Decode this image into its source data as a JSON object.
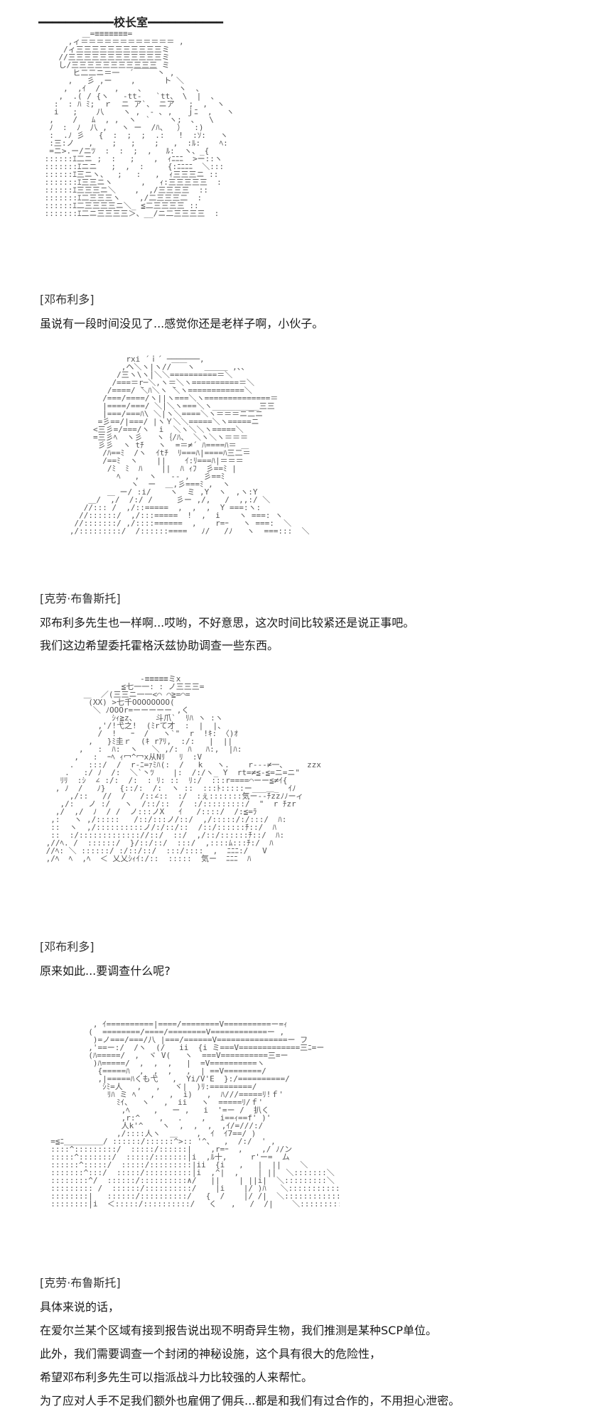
{
  "header": {
    "title": "━━━━━━━━━━━校长室━━━━━━━━━━━"
  },
  "blocks": [
    {
      "art_lines": [
        "         ＿=≡≡≡≡≡≡≡=",
        "      ,ィ＝＝＝＝＝＝＝＝＝＝＝＝ ,",
        "     /ィ三三三三三三三三三三三ミ",
        "    //三三三三三三三三三三三三ミ",
        "    し/三三三三三三三三三三三 ミ",
        "       ヒ二二ニ＝一  ´￣￣￣丶 ,",
        "      ,   彡 ,ー    ,      ト ＼",
        "     ,  ,ｲ  /   ,    、       ヽ  、",
        "    ,  .( / {ヽ   -tt-   `tt、 \\  |  、",
        "   :  : ﾊ ﾐ;  ｒ  ニ ア`、 ニア   ;  ,  ヽ",
        "   i   ;    八    ヽ ,  - ､ ,   ｊﾆ  ,   ヽ",
        "  ,    /   ﾑ  , ,  ヽ  `    ヽ;  ､   \\",
        "  ﾉ  :  ﾉ  八 ,   ヽ ー  /ﾊ、  ）  :)",
        "  :  .ﾉ 彡   {  :  ;  ;  .:   !  :ｿ:   ヽ",
        "  :三:ノ   ,    ;   ;    ;   ,  :ﾙ:    ﾍ:",
        "  =ニ>.ー/ニﾂ  :  :  ;  ,   ﾙ:  ヽ、_{",
        " ::::::ｴ二ニ ;  :   ;    ,  ｨﾆﾆﾆ  >ー::ヽ",
        " :::::::ｴニニ   ;  ,  :     {:ﾆﾆﾆﾆ  ＼:::",
        " ::::::ｴ三ニヽ、  ;   :   ,  ｨ三三三ニ ::",
        " :::::::ｴ三三ニヽ      ,   ｨ:三三三三三  :",
        " ::::::ｴ三三三ニ＼    ,  ,/三三三三  ::",
        " :::::::ｴ二三三三ヽ    ,/二三三三二  :",
        " ::::::ｴ二三三三三ニ＼_ ≦二三三三三 ::",
        " :::::::ｴ二ニ三三三三＞、__/ニ二三三三三  :"
      ],
      "speaker": "[邓布利多]",
      "lines": [
        "虽说有一段时间没见了...感觉你还是老样子啊，小伙子。"
      ]
    },
    {
      "art_lines": [
        "               rxi ´ｉ´ ───────,",
        "              ,ヘ＼ヽ|ヽ//￣￣ヽ  ＿＿＿ ,、、",
        "             /三ヽ\\ヽ|＼＼==========＝＼",
        "            /===＝r─＼,ヽ＝＼ヽ==========＝＼",
        "           /====/ ̄＼ﾊ＼ヽ ̄＼ヽ============＼",
        "          /===/====/ヽ||ヽ===＼ヽ==============＝",
        "          |====/===/ ＼|＼ヽ===＼ヽ__________三三",
        "          |===/===ﾊ\\ ＼|ヽ＼====＼ヽ＝＝＝ニ二ニ",
        "         =彡==/|===/ |ヽＹ＼＼=====＼ヽ=====ニ",
        "        <三彡=/===/ヽ  i  ＼ヽ＼＼ヽ=====＼",
        "        =三彡ﾍ  ヽ彡   ヽ｛/ﾊ、 ＼ヽ＼ヽ＝＝＝",
        "         彡彡  ヽ tﾁ   ヽ  =＝≠´ ﾊ====ﾊ＝ ＿",
        "          /ﾊ==ﾐ  /ヽ  ｲtﾁ  ﾘ===ﾊ|====ﾊ三二＝ ",
        "          /==ﾐ  ヽ    ||    ｲ:ﾘ===ﾊ|＝＝＝",
        "           /ﾐ  ﾐ  ﾊ    ||  ﾊ ｨﾌ  彡==ﾐ |",
        "             ﾍ   ,  ヽ   -- ,   彡==ﾐ",
        "                ヽ  ー  ＿,彡===ﾐ ,  ヽ",
        "           ＿ ー/ :i/    ヽ  ミ ,Y  ヽ  ,ヽ:Y",
        "       ＿/  ,/  /:/ /     彡ー ,/,   /  ,,:/ ＼",
        "      //::: /  ,/::=====  ,  ,  ,  Y ===:ヽ:",
        "     //::::::/  ,/:::=====  !  ,  i    ヽ ===: ヽ",
        "    //:::::::/ ,/::::======  ,    r=ｰ   ヽ ===:  ＼",
        "   ,/:::::::::/  /::::::====   ﾉ/   /ﾉ   ヽ  ===:::  ＼"
      ],
      "speaker": "[克劳·布鲁斯托]",
      "lines": [
        "邓布利多先生也一样啊...哎哟，不好意思，这次时间比较紧还是说正事吧。",
        "我们这边希望委托霍格沃兹协助调查一些东西。"
      ]
    },
    {
      "art_lines": [
        "                     -≡≡≡≡≡ミx",
        "                 ≦七一一: : ノ三三三=",
        "         ＿  ／(三三ニ一一<⌒ ⌒≧=⌒=",
        "          (XX) >七千OOOOOOOO(",
        "           ＼ ﾉOOOr=ーーーーー ,く",
        "               ｼｨ≧z、    斗爪`  ﾘﾊ ヽ :ヽ",
        "            ,'/!弋之!  (ﾐrて才  :  |  |、",
        "            /  !   ｰ  /   ヽ`\"  r  !ｷ: 〈)ｵ",
        "          ,   }ﾐ圭ｒ  (ｷ rｱﾘ,  :/:   |  ||",
        "        ,   :  ﾊ:  ヽ   ＼ ,/:  ﾊ   ﾊ:,  |ﾊ:",
        "       ,   :  ｰﾍ ｨ冖^冖x从Nﾘ   ﾘ  :V",
        "      .   :::/  /  r-ﾆ=ｧﾐﾊ(:  /   k   ヽ.    r---≠一､     zzx",
        "     .   :/ ﾉ  /:  ＼`丶ﾂ    |:  /:/ヽ_ Y  rt=≠≦-≦=ニ=ニ\"",
        "    ﾘﾘ  :ｼ  ∠ :/:  /:  : ﾘ: ::  ﾘ:/  :::r====⌒ーー≦≠ｲ{",
        "   , ﾉ  /   ﾉ}   {::/:  /:  ヽ ::  :::ﾄ:::::ー___＿_  ｲﾉ",
        "      ,/::   //  /   /::∠::  :/  :ぇ:::::::気ー--ﾁzzﾉﾉーィ",
        "    ,/:   ノ :/   ヽ  /::/::  /  :/:::::::::/  \"  r ﾁzr",
        "   ,/  ,/  ﾉ  / /  ノ:::ノX   ｲ   /::::/  /:≦=ﾗ",
        "  ,:   ヽ ,/:::::   /::/:::ノ/::/  ,/:::::/:/:::/  ﾊ:",
        "  ::  ヽ  ,/::::::::::ノ/:/::/::  /::/::::::ﾁ::/  ﾊ",
        "  ::  :/::::::::::::://::/  ::/  ,/::/::::::ﾁ::/  ﾊ:",
        " ,//ﾍ. /  ::::::/  }/::/::/  :::/  ,::::ﾑ:::ﾁ:/  ﾊ",
        " //ﾍ: ＼ ::::::/ :/::/::/  :::/::::  ,  ﾆﾆﾆ:/   V",
        " ,/ﾍ  ﾍ  ,ﾍ  ＜ 乂乂ｼｨｲ:/::  :::::  気ー  ﾆﾆﾆ  ﾊ"
      ],
      "speaker": "[邓布利多]",
      "lines": [
        "原来如此...要调查什么呢?"
      ]
    },
    {
      "art_lines": [
        "           , ｲ==========|====/========V==========ー=ｨ",
        "          (  ========/====/========V============ー ,",
        "           )=ノ===/===/八 |===/======V===============ー フ",
        "          ,'==ー:/  /ヽ  (/   ii  {i ミ===V=============三ﾆ=ー",
        "          (ﾊ=====/  ,  ヾ V(   ヽ  ===V==========三=ー",
        "           )ﾊ=====/  ,  ,  ,   |  =V==========ヽ",
        "            {=====ﾊ  ,  ,  ,   ,  | ==V========/",
        "            ,|=====ﾊくも弋   ,  Yi/V'E  }:/==========/",
        "             ｼﾐ=人   ,   ,   ヾ|  )ﾘ:=========/",
        "              ﾘﾊ ミ ﾍ   ,   ,  i)   ,  ﾊ///=====ﾘ!ｆ'",
        "                ﾐｲ、  ヽ   ,  ii   ヽ  =====ﾘ/ｆ'",
        "                 ,ﾍ     ,   ー ,   i  '=ー /  扒く",
        "                 ,r:^    ,   .    ,   i==ｨ==f' )'",
        "                 人k'^    ヽ  ,  ,  ,  ,ｲ/=///:/",
        "                ,/::::人ヽ  ＿    ,  ｲ  ｲ7==/ )",
        "  =≦ﾆ＿＿＿＿＿/ ::::::/::::::^>:: '^、  ,  /:/  ' ,",
        "  ::::^:::::::::/  :::::/::::::|    ,r=ｰ  ,    ,/ ﾉ/ン",
        "  :::::^:::::::/  :::::/:::::::|i  ,ﾙ十,     r'ー=  ム",
        "  ::::::^:::::/  :::::/:::::::::|ii  {i   ,   |  ||    ＼",
        "  :::::::^:::/  :::::/::::::::::|i  ,^|  ,    | ||  ＼:::::::＼",
        "  ::::::::^/  ::::::/::::::::::∧/   ||    | ||i|  ＼:::::::::＼",
        "  ::::::::: /  ::::::/::::::::::/    |i    |/ )ﾊ   ＼:::::::::::＼",
        "  ::::::::|   ::::::/::::::::::/   {  /    |/ /|  ＼:::::::::::::ム",
        "  ::::::::|i  ＜:::::/::::::::::/   く   ,   /  /|    ＼:::::::::::::::ヘ"
      ],
      "speaker": "[克劳·布鲁斯托]",
      "lines": [
        "具体来说的话，",
        "在爱尔兰某个区域有接到报告说出现不明奇异生物，我们推测是某种SCP单位。",
        "此外，我们需要调查一个封闭的神秘设施，这个具有很大的危险性，",
        "希望邓布利多先生可以指派战斗力比较强的人来帮忙。",
        "为了应对人手不足我们额外也雇佣了佣兵...都是和我们有过合作的，不用担心泄密。"
      ]
    }
  ]
}
